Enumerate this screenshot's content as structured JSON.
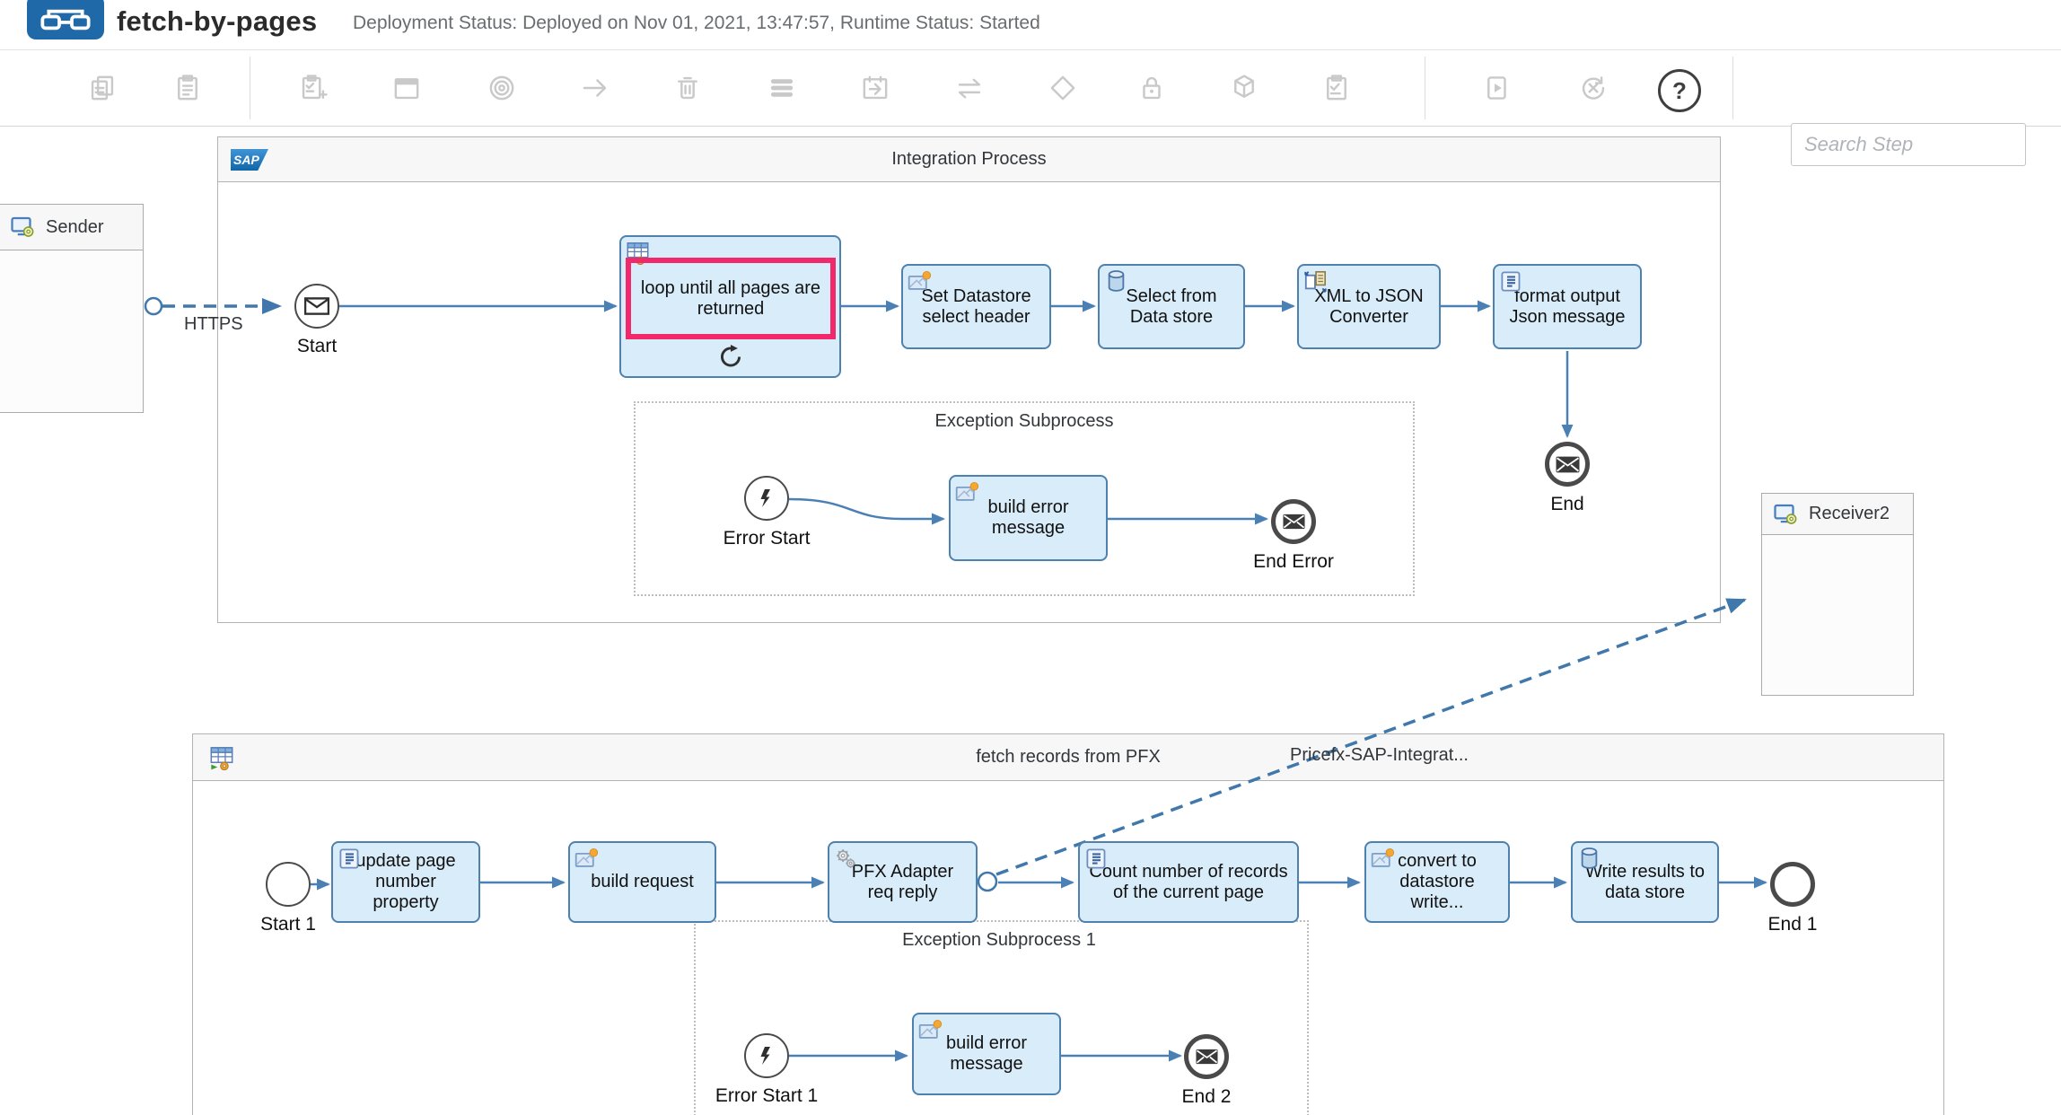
{
  "header": {
    "app_icon": "integration-flow-icon",
    "title": "fetch-by-pages",
    "status": "Deployment Status: Deployed on Nov 01, 2021, 13:47:57, Runtime Status: Started"
  },
  "toolbar": {
    "search_placeholder": "Search Step",
    "help_glyph": "?",
    "icons": [
      "copy",
      "paste",
      "add-step",
      "participant",
      "process",
      "connector",
      "delete",
      "list",
      "timer-event",
      "router",
      "gateway",
      "security-material",
      "persist-message",
      "checklist",
      "simulate",
      "terminate",
      "help"
    ]
  },
  "diagram": {
    "pool_top": {
      "brand": "SAP",
      "title": "Integration Process"
    },
    "pool_bottom": {
      "title": "fetch records from PFX",
      "icon": "integration-process-icon"
    },
    "participants": {
      "sender": "Sender",
      "receiver2": "Receiver2"
    },
    "flow_labels": {
      "https": "HTTPS",
      "pricefx": "Pricefx-SAP-Integrat..."
    },
    "subprocess_top": {
      "title": "Exception Subprocess"
    },
    "subprocess_bottom": {
      "title": "Exception Subprocess 1"
    },
    "events": {
      "start": "Start",
      "end": "End",
      "error_start": "Error Start",
      "end_error": "End Error",
      "start1": "Start 1",
      "end1": "End 1",
      "error_start1": "Error Start 1",
      "end2": "End 2"
    },
    "tasks": {
      "loop": {
        "label": "loop until all pages are returned",
        "icon": "process-call-icon",
        "highlighted": true
      },
      "set_datastore": {
        "label": "Set Datastore select header",
        "icon": "content-modifier-icon"
      },
      "select_datastore": {
        "label": "Select from Data store",
        "icon": "datastore-icon"
      },
      "xml_json": {
        "label": "XML to JSON Converter",
        "icon": "converter-icon"
      },
      "format_output": {
        "label": "format output Json message",
        "icon": "script-icon"
      },
      "build_error": {
        "label": "build error message",
        "icon": "content-modifier-icon"
      },
      "update_page": {
        "label": "update page number property",
        "icon": "script-icon"
      },
      "build_request": {
        "label": "build request",
        "icon": "content-modifier-icon"
      },
      "pfx_adapter": {
        "label": "PFX Adapter req reply",
        "icon": "gears-icon"
      },
      "count_records": {
        "label": "Count number of records of the current page",
        "icon": "script-icon"
      },
      "convert_datastore": {
        "label": "convert to datastore write...",
        "icon": "content-modifier-icon"
      },
      "write_results": {
        "label": "Write results to data store",
        "icon": "datastore-icon"
      },
      "build_error1": {
        "label": "build error message",
        "icon": "content-modifier-icon"
      }
    },
    "colors": {
      "task_fill": "#d9ecf9",
      "task_border": "#4e81ad",
      "connector": "#4a80b4",
      "highlight_pink": "#f1296b",
      "pool_header": "#f7f7f7",
      "app_blue": "#2069a8"
    }
  }
}
